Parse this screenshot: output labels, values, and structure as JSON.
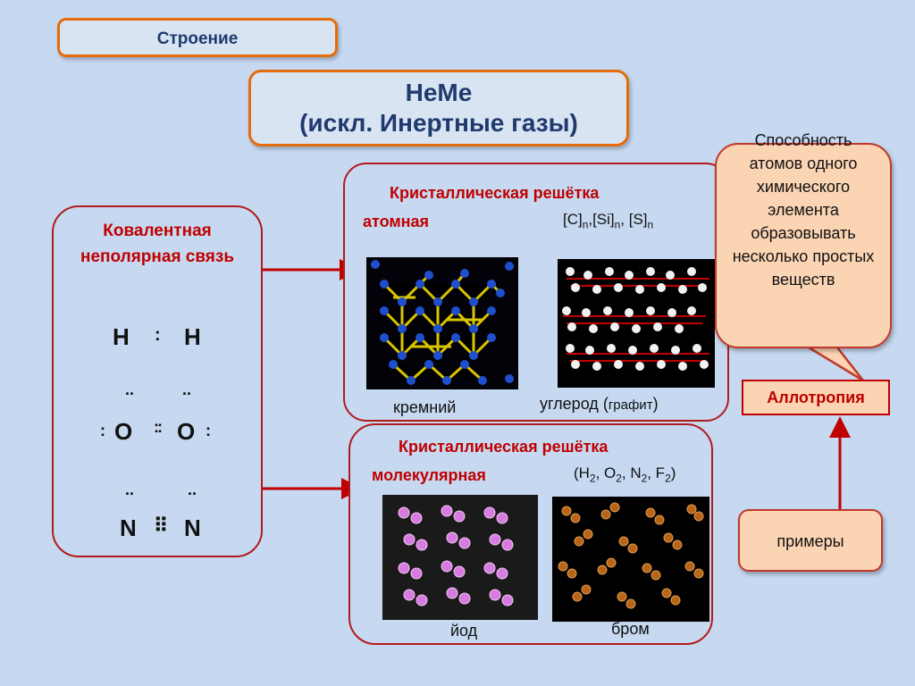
{
  "header": {
    "structure_label": "Строение",
    "title_line1": "НеМе",
    "title_line2": "(искл. Инертные газы)"
  },
  "left": {
    "bond_title": "Ковалентная неполярная связь",
    "h_left": "H",
    "h_sep": ":",
    "h_right": "H",
    "o_top_dots": "..",
    "o_left_dots": ":",
    "o_left": "O",
    "o_sep": "::",
    "o_right": "O",
    "o_right_dots": ":",
    "o_bottom_dots": "..",
    "n_top_dots": "..",
    "n_left": "N",
    "n_sep": "⠿",
    "n_right": "N"
  },
  "atomic": {
    "title": "Кристаллическая  решётка",
    "subtitle": "атомная",
    "formula_c": "[C]",
    "sub_n1": "n",
    "formula_si": ",[Si]",
    "sub_n2": "n",
    "formula_s": ", [S]",
    "sub_n3": "n",
    "label_silicon": "кремний",
    "label_carbon": "углерод (",
    "label_graphite": "графит",
    "label_close": ")"
  },
  "molecular": {
    "title": "Кристаллическая  решётка",
    "subtitle": "молекулярная",
    "f_open": "(H",
    "s1": "2",
    "f_o": ", O",
    "s2": "2",
    "f_n": ", N",
    "s3": "2",
    "f_f": ", F",
    "s4": "2",
    "f_close": ")",
    "label_iodine": "йод",
    "label_bromine": "бром"
  },
  "right": {
    "callout": "Способность атомов одного химического элемента образовывать несколько простых веществ",
    "allotropy": "Аллотропия",
    "examples": "примеры"
  },
  "colors": {
    "background": "#c6d9f1",
    "orange_border": "#e46c0a",
    "red_border": "#b31b1b",
    "peach": "#fbd4b4",
    "dark_blue": "#1f3a6e",
    "accent_red": "#c00000"
  }
}
